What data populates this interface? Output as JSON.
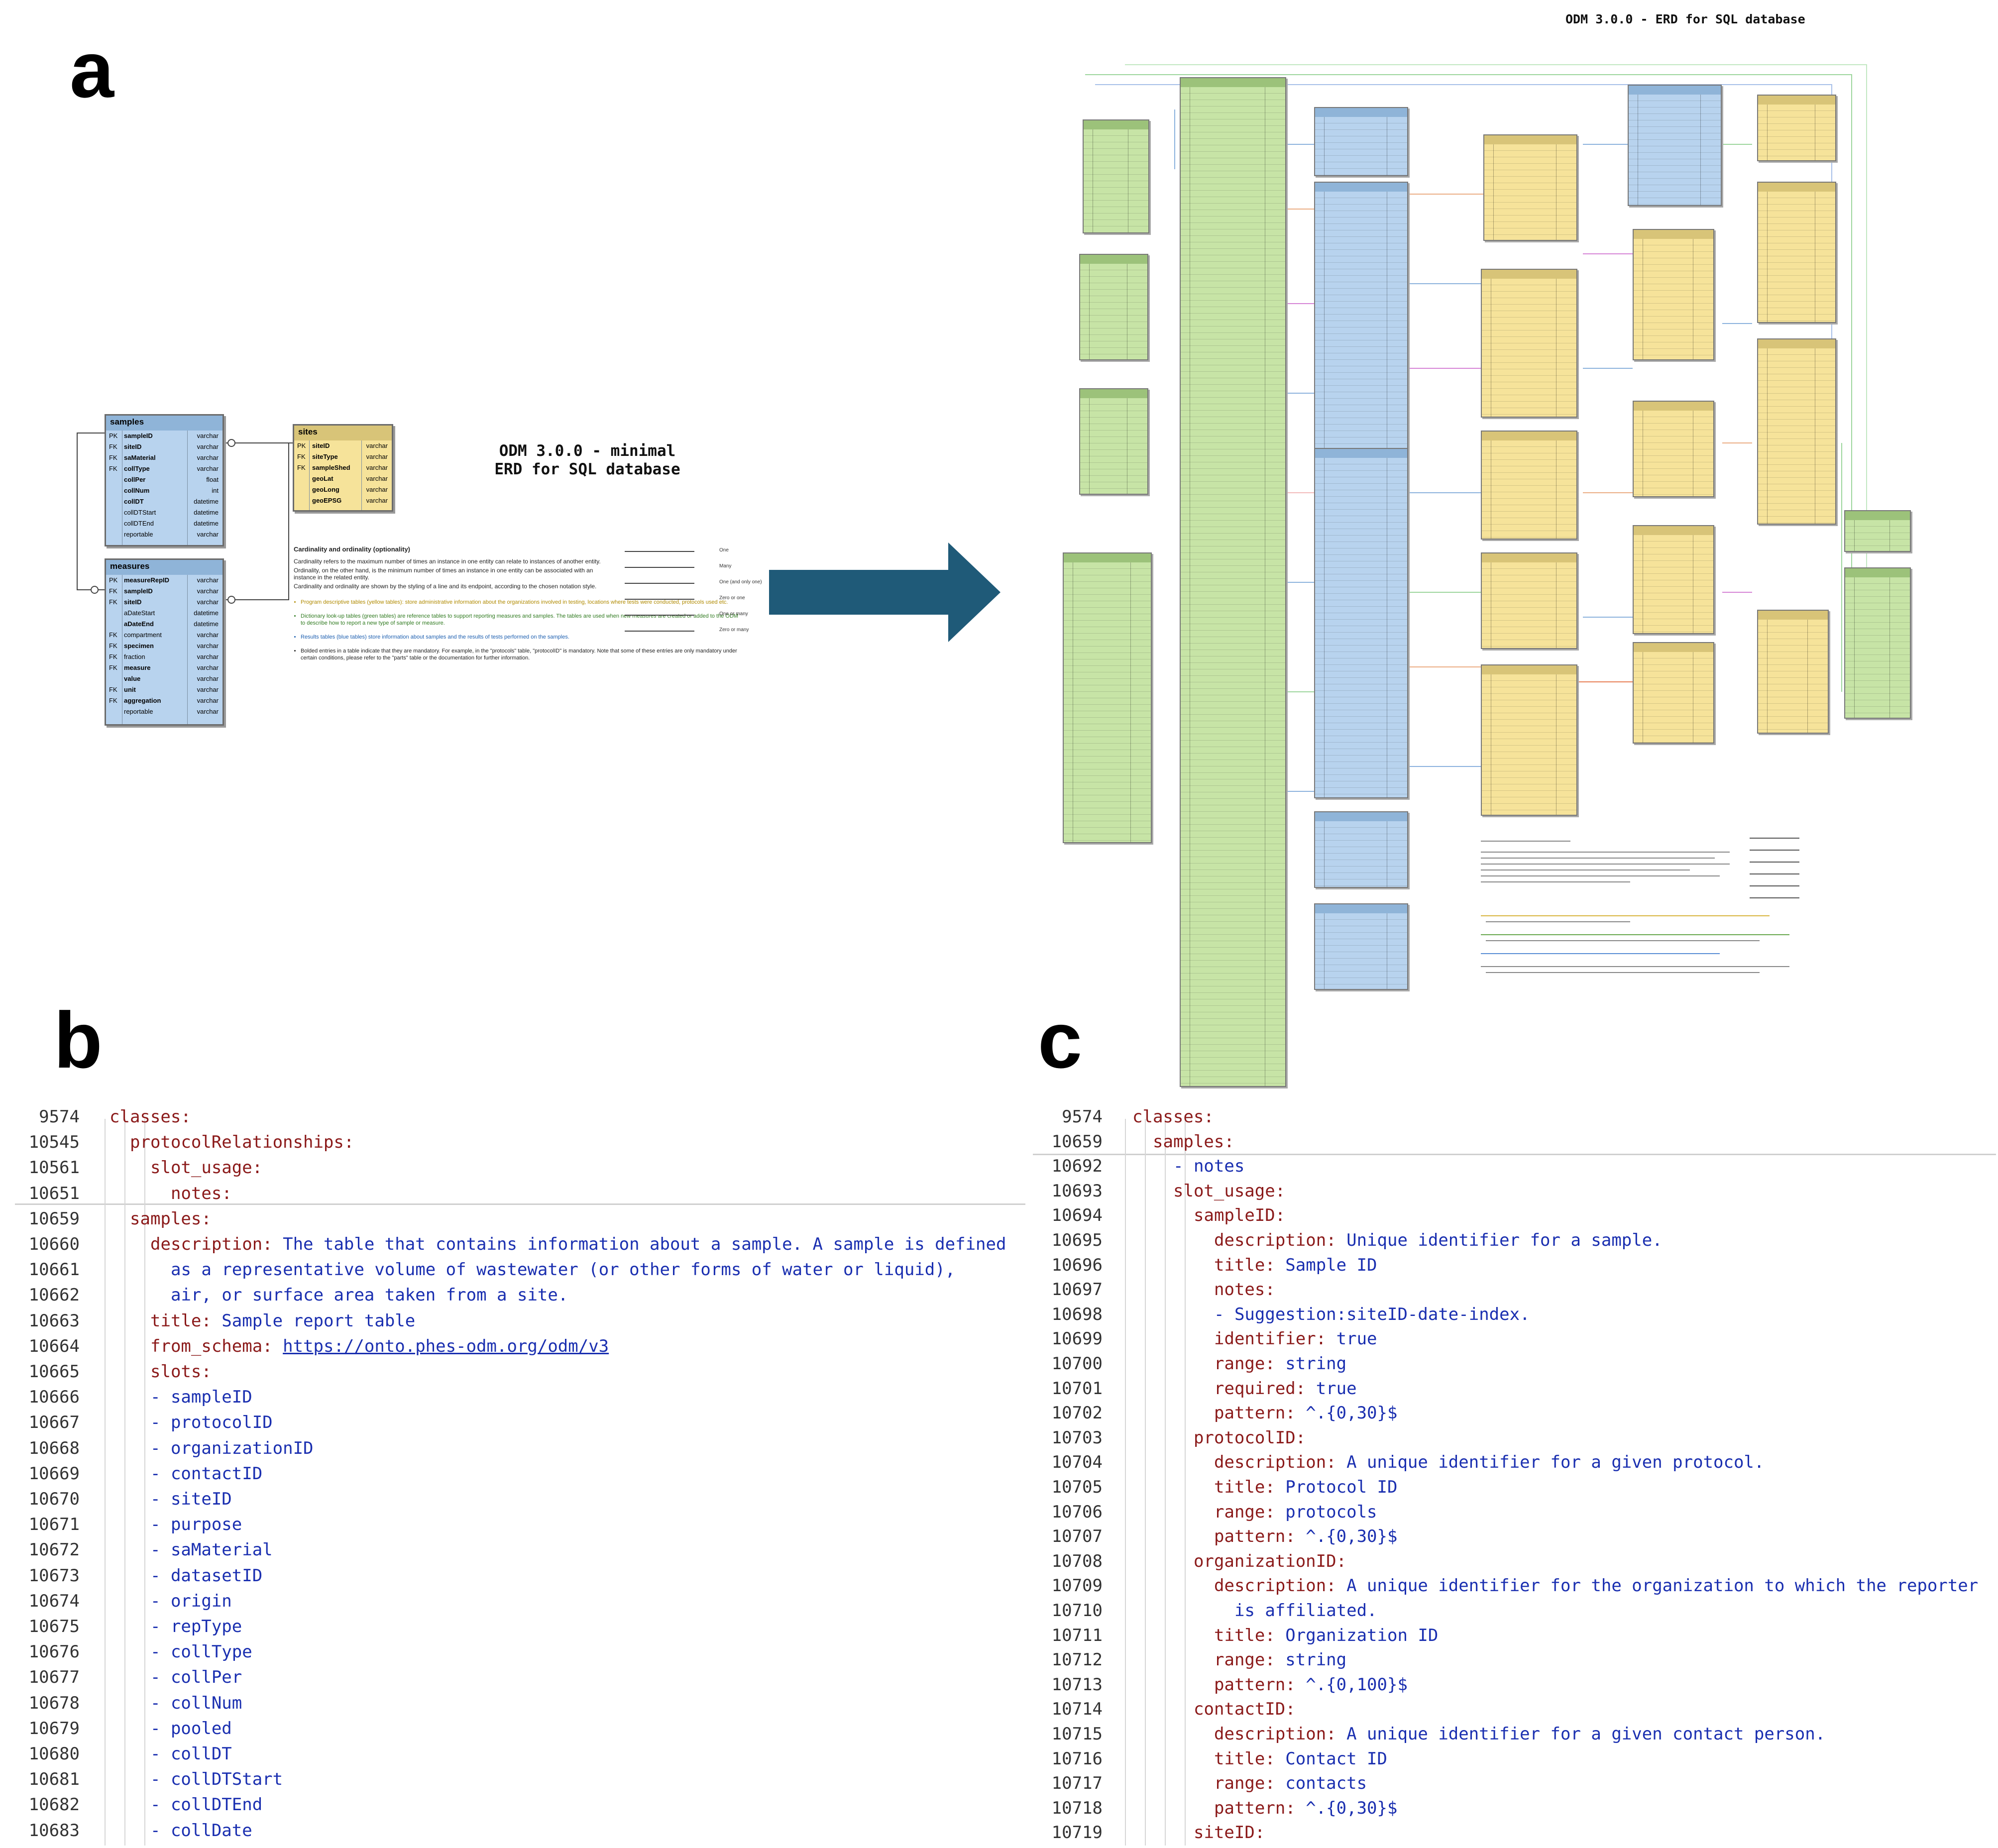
{
  "panels": {
    "a": "a",
    "b": "b",
    "c": "c"
  },
  "mini_erd": {
    "title_line1": "ODM 3.0.0 - minimal",
    "title_line2": "ERD for SQL database",
    "samples": {
      "name": "samples",
      "rows": [
        {
          "key": "PK",
          "field": "sampleID",
          "type": "varchar",
          "bold": true
        },
        {
          "key": "FK",
          "field": "siteID",
          "type": "varchar",
          "bold": true
        },
        {
          "key": "FK",
          "field": "saMaterial",
          "type": "varchar",
          "bold": true
        },
        {
          "key": "FK",
          "field": "collType",
          "type": "varchar",
          "bold": true
        },
        {
          "key": "",
          "field": "collPer",
          "type": "float",
          "bold": true
        },
        {
          "key": "",
          "field": "collNum",
          "type": "int",
          "bold": true
        },
        {
          "key": "",
          "field": "collDT",
          "type": "datetime",
          "bold": true
        },
        {
          "key": "",
          "field": "collDTStart",
          "type": "datetime",
          "bold": false
        },
        {
          "key": "",
          "field": "collDTEnd",
          "type": "datetime",
          "bold": false
        },
        {
          "key": "",
          "field": "reportable",
          "type": "varchar",
          "bold": false
        }
      ]
    },
    "measures": {
      "name": "measures",
      "rows": [
        {
          "key": "PK",
          "field": "measureRepID",
          "type": "varchar",
          "bold": true
        },
        {
          "key": "FK",
          "field": "sampleID",
          "type": "varchar",
          "bold": true
        },
        {
          "key": "FK",
          "field": "siteID",
          "type": "varchar",
          "bold": true
        },
        {
          "key": "",
          "field": "aDateStart",
          "type": "datetime",
          "bold": false
        },
        {
          "key": "",
          "field": "aDateEnd",
          "type": "datetime",
          "bold": true
        },
        {
          "key": "FK",
          "field": "compartment",
          "type": "varchar",
          "bold": false
        },
        {
          "key": "FK",
          "field": "specimen",
          "type": "varchar",
          "bold": true
        },
        {
          "key": "FK",
          "field": "fraction",
          "type": "varchar",
          "bold": false
        },
        {
          "key": "FK",
          "field": "measure",
          "type": "varchar",
          "bold": true
        },
        {
          "key": "",
          "field": "value",
          "type": "varchar",
          "bold": true
        },
        {
          "key": "FK",
          "field": "unit",
          "type": "varchar",
          "bold": true
        },
        {
          "key": "FK",
          "field": "aggregation",
          "type": "varchar",
          "bold": true
        },
        {
          "key": "",
          "field": "reportable",
          "type": "varchar",
          "bold": false
        }
      ]
    },
    "sites": {
      "name": "sites",
      "rows": [
        {
          "key": "PK",
          "field": "siteID",
          "type": "varchar",
          "bold": true
        },
        {
          "key": "FK",
          "field": "siteType",
          "type": "varchar",
          "bold": true
        },
        {
          "key": "FK",
          "field": "sampleShed",
          "type": "varchar",
          "bold": true
        },
        {
          "key": "",
          "field": "geoLat",
          "type": "varchar",
          "bold": true
        },
        {
          "key": "",
          "field": "geoLong",
          "type": "varchar",
          "bold": true
        },
        {
          "key": "",
          "field": "geoEPSG",
          "type": "varchar",
          "bold": true
        }
      ]
    },
    "legend": {
      "heading": "Cardinality and ordinality (optionality)",
      "p1": "Cardinality refers to the maximum number of times an instance in one entity can relate to instances of another entity.",
      "p2": "Ordinality, on the other hand, is the minimum number of times an instance in one entity can be associated with an instance in the related entity.",
      "p3": "Cardinality and ordinality are shown by the styling of a line and its endpoint, according to the chosen notation style.",
      "items": [
        "Program descriptive tables (yellow tables): store administrative information about the organizations involved in testing, locations where tests were conducted, protocols used etc.",
        "Dictionary look-up tables (green tables) are reference tables to support reporting measures and samples. The tables are used when new measures are created or added to the ODM to describe how to report a new type of sample or measure.",
        "Results tables (blue tables) store information about samples and the results of tests performed on the samples.",
        "Bolded entries in a table indicate that they are mandatory. For example, in the \"protocols\" table, \"protocolID\" is mandatory. Note that some of these entries are only mandatory under certain conditions, please refer to the \"parts\" table or the documentation for further information."
      ],
      "line_labels": [
        "One",
        "Many",
        "One (and only one)",
        "Zero or one",
        "One or many",
        "Zero or many"
      ]
    }
  },
  "big_erd": {
    "title": "ODM 3.0.0 - ERD for SQL database"
  },
  "code_b": {
    "lines": [
      {
        "n": "9574",
        "indent": 0,
        "segments": [
          {
            "t": "classes:",
            "c": "k"
          }
        ]
      },
      {
        "n": "10545",
        "indent": 1,
        "segments": [
          {
            "t": "protocolRelationships:",
            "c": "k"
          }
        ]
      },
      {
        "n": "10561",
        "indent": 2,
        "segments": [
          {
            "t": "slot_usage:",
            "c": "k"
          }
        ]
      },
      {
        "n": "10651",
        "indent": 3,
        "segments": [
          {
            "t": "notes:",
            "c": "k"
          }
        ]
      },
      {
        "n": "10659",
        "indent": 1,
        "segments": [
          {
            "t": "samples:",
            "c": "k"
          }
        ]
      },
      {
        "n": "10660",
        "indent": 2,
        "segments": [
          {
            "t": "description: ",
            "c": "k"
          },
          {
            "t": "The table that contains information about a sample. A sample is defined",
            "c": "v"
          }
        ]
      },
      {
        "n": "10661",
        "indent": 3,
        "segments": [
          {
            "t": "as a representative volume of wastewater (or other forms of water or liquid),",
            "c": "v"
          }
        ]
      },
      {
        "n": "10662",
        "indent": 3,
        "segments": [
          {
            "t": "air, or surface area taken from a site.",
            "c": "v"
          }
        ]
      },
      {
        "n": "10663",
        "indent": 2,
        "segments": [
          {
            "t": "title: ",
            "c": "k"
          },
          {
            "t": "Sample report table",
            "c": "v"
          }
        ]
      },
      {
        "n": "10664",
        "indent": 2,
        "segments": [
          {
            "t": "from_schema: ",
            "c": "k"
          },
          {
            "t": "https://onto.phes-odm.org/odm/v3",
            "c": "u"
          }
        ]
      },
      {
        "n": "10665",
        "indent": 2,
        "segments": [
          {
            "t": "slots:",
            "c": "k"
          }
        ]
      },
      {
        "n": "10666",
        "indent": 2,
        "segments": [
          {
            "t": "- sampleID",
            "c": "v"
          }
        ]
      },
      {
        "n": "10667",
        "indent": 2,
        "segments": [
          {
            "t": "- protocolID",
            "c": "v"
          }
        ]
      },
      {
        "n": "10668",
        "indent": 2,
        "segments": [
          {
            "t": "- organizationID",
            "c": "v"
          }
        ]
      },
      {
        "n": "10669",
        "indent": 2,
        "segments": [
          {
            "t": "- contactID",
            "c": "v"
          }
        ]
      },
      {
        "n": "10670",
        "indent": 2,
        "segments": [
          {
            "t": "- siteID",
            "c": "v"
          }
        ]
      },
      {
        "n": "10671",
        "indent": 2,
        "segments": [
          {
            "t": "- purpose",
            "c": "v"
          }
        ]
      },
      {
        "n": "10672",
        "indent": 2,
        "segments": [
          {
            "t": "- saMaterial",
            "c": "v"
          }
        ]
      },
      {
        "n": "10673",
        "indent": 2,
        "segments": [
          {
            "t": "- datasetID",
            "c": "v"
          }
        ]
      },
      {
        "n": "10674",
        "indent": 2,
        "segments": [
          {
            "t": "- origin",
            "c": "v"
          }
        ]
      },
      {
        "n": "10675",
        "indent": 2,
        "segments": [
          {
            "t": "- repType",
            "c": "v"
          }
        ]
      },
      {
        "n": "10676",
        "indent": 2,
        "segments": [
          {
            "t": "- collType",
            "c": "v"
          }
        ]
      },
      {
        "n": "10677",
        "indent": 2,
        "segments": [
          {
            "t": "- collPer",
            "c": "v"
          }
        ]
      },
      {
        "n": "10678",
        "indent": 2,
        "segments": [
          {
            "t": "- collNum",
            "c": "v"
          }
        ]
      },
      {
        "n": "10679",
        "indent": 2,
        "segments": [
          {
            "t": "- pooled",
            "c": "v"
          }
        ]
      },
      {
        "n": "10680",
        "indent": 2,
        "segments": [
          {
            "t": "- collDT",
            "c": "v"
          }
        ]
      },
      {
        "n": "10681",
        "indent": 2,
        "segments": [
          {
            "t": "- collDTStart",
            "c": "v"
          }
        ]
      },
      {
        "n": "10682",
        "indent": 2,
        "segments": [
          {
            "t": "- collDTEnd",
            "c": "v"
          }
        ]
      },
      {
        "n": "10683",
        "indent": 2,
        "segments": [
          {
            "t": "- collDate",
            "c": "v"
          }
        ]
      }
    ]
  },
  "code_c": {
    "lines": [
      {
        "n": "9574",
        "indent": 0,
        "segments": [
          {
            "t": "classes:",
            "c": "k"
          }
        ]
      },
      {
        "n": "10659",
        "indent": 1,
        "segments": [
          {
            "t": "samples:",
            "c": "k"
          }
        ]
      },
      {
        "n": "10692",
        "indent": 2,
        "segments": [
          {
            "t": "- notes",
            "c": "v"
          }
        ]
      },
      {
        "n": "10693",
        "indent": 2,
        "segments": [
          {
            "t": "slot_usage:",
            "c": "k"
          }
        ]
      },
      {
        "n": "10694",
        "indent": 3,
        "segments": [
          {
            "t": "sampleID:",
            "c": "k"
          }
        ]
      },
      {
        "n": "10695",
        "indent": 4,
        "segments": [
          {
            "t": "description: ",
            "c": "k"
          },
          {
            "t": "Unique identifier for a sample.",
            "c": "v"
          }
        ]
      },
      {
        "n": "10696",
        "indent": 4,
        "segments": [
          {
            "t": "title: ",
            "c": "k"
          },
          {
            "t": "Sample ID",
            "c": "v"
          }
        ]
      },
      {
        "n": "10697",
        "indent": 4,
        "segments": [
          {
            "t": "notes:",
            "c": "k"
          }
        ]
      },
      {
        "n": "10698",
        "indent": 4,
        "segments": [
          {
            "t": "- Suggestion:siteID-date-index.",
            "c": "v"
          }
        ]
      },
      {
        "n": "10699",
        "indent": 4,
        "segments": [
          {
            "t": "identifier: ",
            "c": "k"
          },
          {
            "t": "true",
            "c": "v"
          }
        ]
      },
      {
        "n": "10700",
        "indent": 4,
        "segments": [
          {
            "t": "range: ",
            "c": "k"
          },
          {
            "t": "string",
            "c": "v"
          }
        ]
      },
      {
        "n": "10701",
        "indent": 4,
        "segments": [
          {
            "t": "required: ",
            "c": "k"
          },
          {
            "t": "true",
            "c": "v"
          }
        ]
      },
      {
        "n": "10702",
        "indent": 4,
        "segments": [
          {
            "t": "pattern: ",
            "c": "k"
          },
          {
            "t": "^.{0,30}$",
            "c": "v"
          }
        ]
      },
      {
        "n": "10703",
        "indent": 3,
        "segments": [
          {
            "t": "protocolID:",
            "c": "k"
          }
        ]
      },
      {
        "n": "10704",
        "indent": 4,
        "segments": [
          {
            "t": "description: ",
            "c": "k"
          },
          {
            "t": "A unique identifier for a given protocol.",
            "c": "v"
          }
        ]
      },
      {
        "n": "10705",
        "indent": 4,
        "segments": [
          {
            "t": "title: ",
            "c": "k"
          },
          {
            "t": "Protocol ID",
            "c": "v"
          }
        ]
      },
      {
        "n": "10706",
        "indent": 4,
        "segments": [
          {
            "t": "range: ",
            "c": "k"
          },
          {
            "t": "protocols",
            "c": "v"
          }
        ]
      },
      {
        "n": "10707",
        "indent": 4,
        "segments": [
          {
            "t": "pattern: ",
            "c": "k"
          },
          {
            "t": "^.{0,30}$",
            "c": "v"
          }
        ]
      },
      {
        "n": "10708",
        "indent": 3,
        "segments": [
          {
            "t": "organizationID:",
            "c": "k"
          }
        ]
      },
      {
        "n": "10709",
        "indent": 4,
        "segments": [
          {
            "t": "description: ",
            "c": "k"
          },
          {
            "t": "A unique identifier for the organization to which the reporter",
            "c": "v"
          }
        ]
      },
      {
        "n": "10710",
        "indent": 5,
        "segments": [
          {
            "t": "is affiliated.",
            "c": "v"
          }
        ]
      },
      {
        "n": "10711",
        "indent": 4,
        "segments": [
          {
            "t": "title: ",
            "c": "k"
          },
          {
            "t": "Organization ID",
            "c": "v"
          }
        ]
      },
      {
        "n": "10712",
        "indent": 4,
        "segments": [
          {
            "t": "range: ",
            "c": "k"
          },
          {
            "t": "string",
            "c": "v"
          }
        ]
      },
      {
        "n": "10713",
        "indent": 4,
        "segments": [
          {
            "t": "pattern: ",
            "c": "k"
          },
          {
            "t": "^.{0,100}$",
            "c": "v"
          }
        ]
      },
      {
        "n": "10714",
        "indent": 3,
        "segments": [
          {
            "t": "contactID:",
            "c": "k"
          }
        ]
      },
      {
        "n": "10715",
        "indent": 4,
        "segments": [
          {
            "t": "description: ",
            "c": "k"
          },
          {
            "t": "A unique identifier for a given contact person.",
            "c": "v"
          }
        ]
      },
      {
        "n": "10716",
        "indent": 4,
        "segments": [
          {
            "t": "title: ",
            "c": "k"
          },
          {
            "t": "Contact ID",
            "c": "v"
          }
        ]
      },
      {
        "n": "10717",
        "indent": 4,
        "segments": [
          {
            "t": "range: ",
            "c": "k"
          },
          {
            "t": "contacts",
            "c": "v"
          }
        ]
      },
      {
        "n": "10718",
        "indent": 4,
        "segments": [
          {
            "t": "pattern: ",
            "c": "k"
          },
          {
            "t": "^.{0,30}$",
            "c": "v"
          }
        ]
      },
      {
        "n": "10719",
        "indent": 3,
        "segments": [
          {
            "t": "siteID:",
            "c": "k"
          }
        ]
      }
    ]
  },
  "colors": {
    "results_blue": "#b8d3ee",
    "descriptive_yellow": "#f6e39a",
    "dictionary_green": "#c7e4a6",
    "arrow": "#1f5a78",
    "key_red": "#8b1a1a",
    "value_blue": "#1a2fb0"
  }
}
